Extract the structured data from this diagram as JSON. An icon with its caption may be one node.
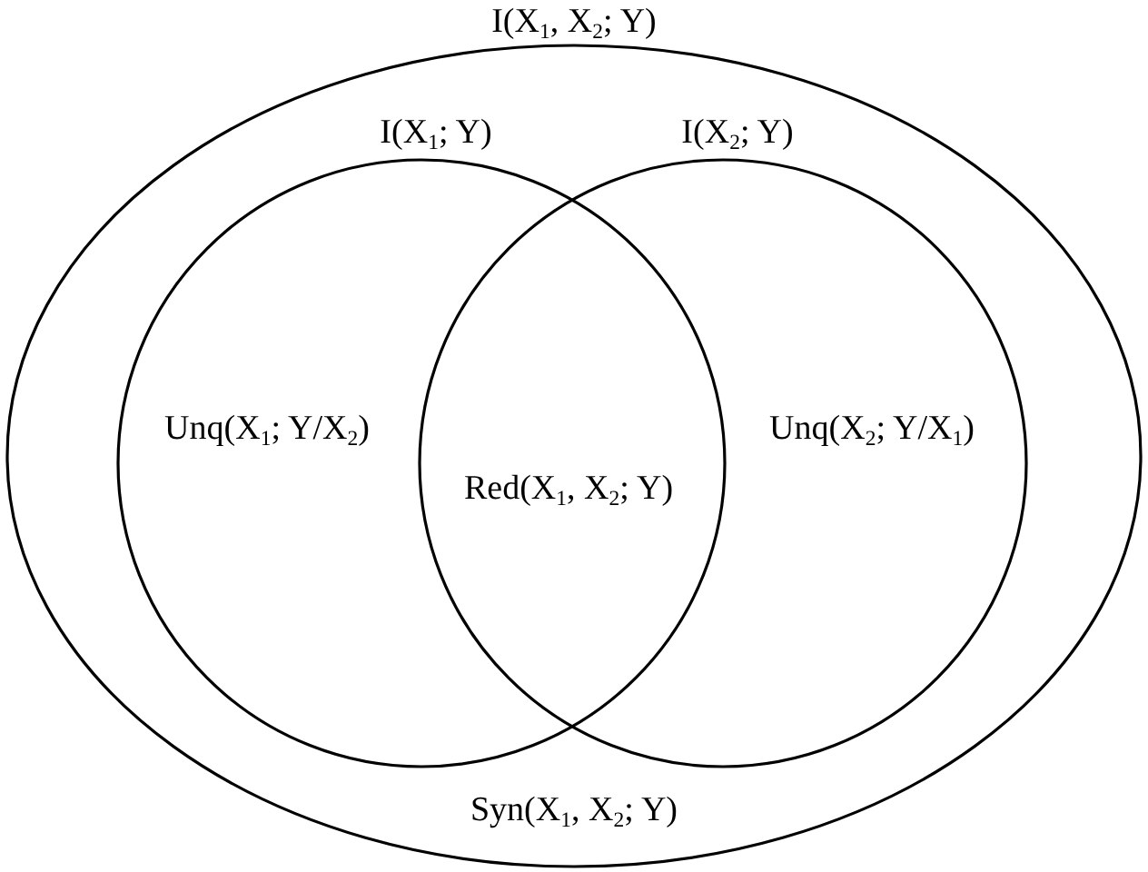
{
  "diagram": {
    "nodes": [
      {
        "text": [
          "I(X$_{1}$, X$_{2}$; Y)",
          "Syn(X$_{1}$, X$_{2}$; Y)"
        ]
      },
      {
        "text": [
          "I(X$_{1}$; Y)",
          "Unq(X$_{1}$; Y/X$_{2}$)"
        ],
        "in": 0
      },
      {
        "text": [
          "I(X$_{2}$; Y)",
          "Unq(X$_{2}$; Y/X$_{1}$)"
        ],
        "in": 0
      }
    ],
    "edges": [],
    "labels": [
      "Red(X$_{1}$, X$_{2}$; Y)"
    ]
  }
}
